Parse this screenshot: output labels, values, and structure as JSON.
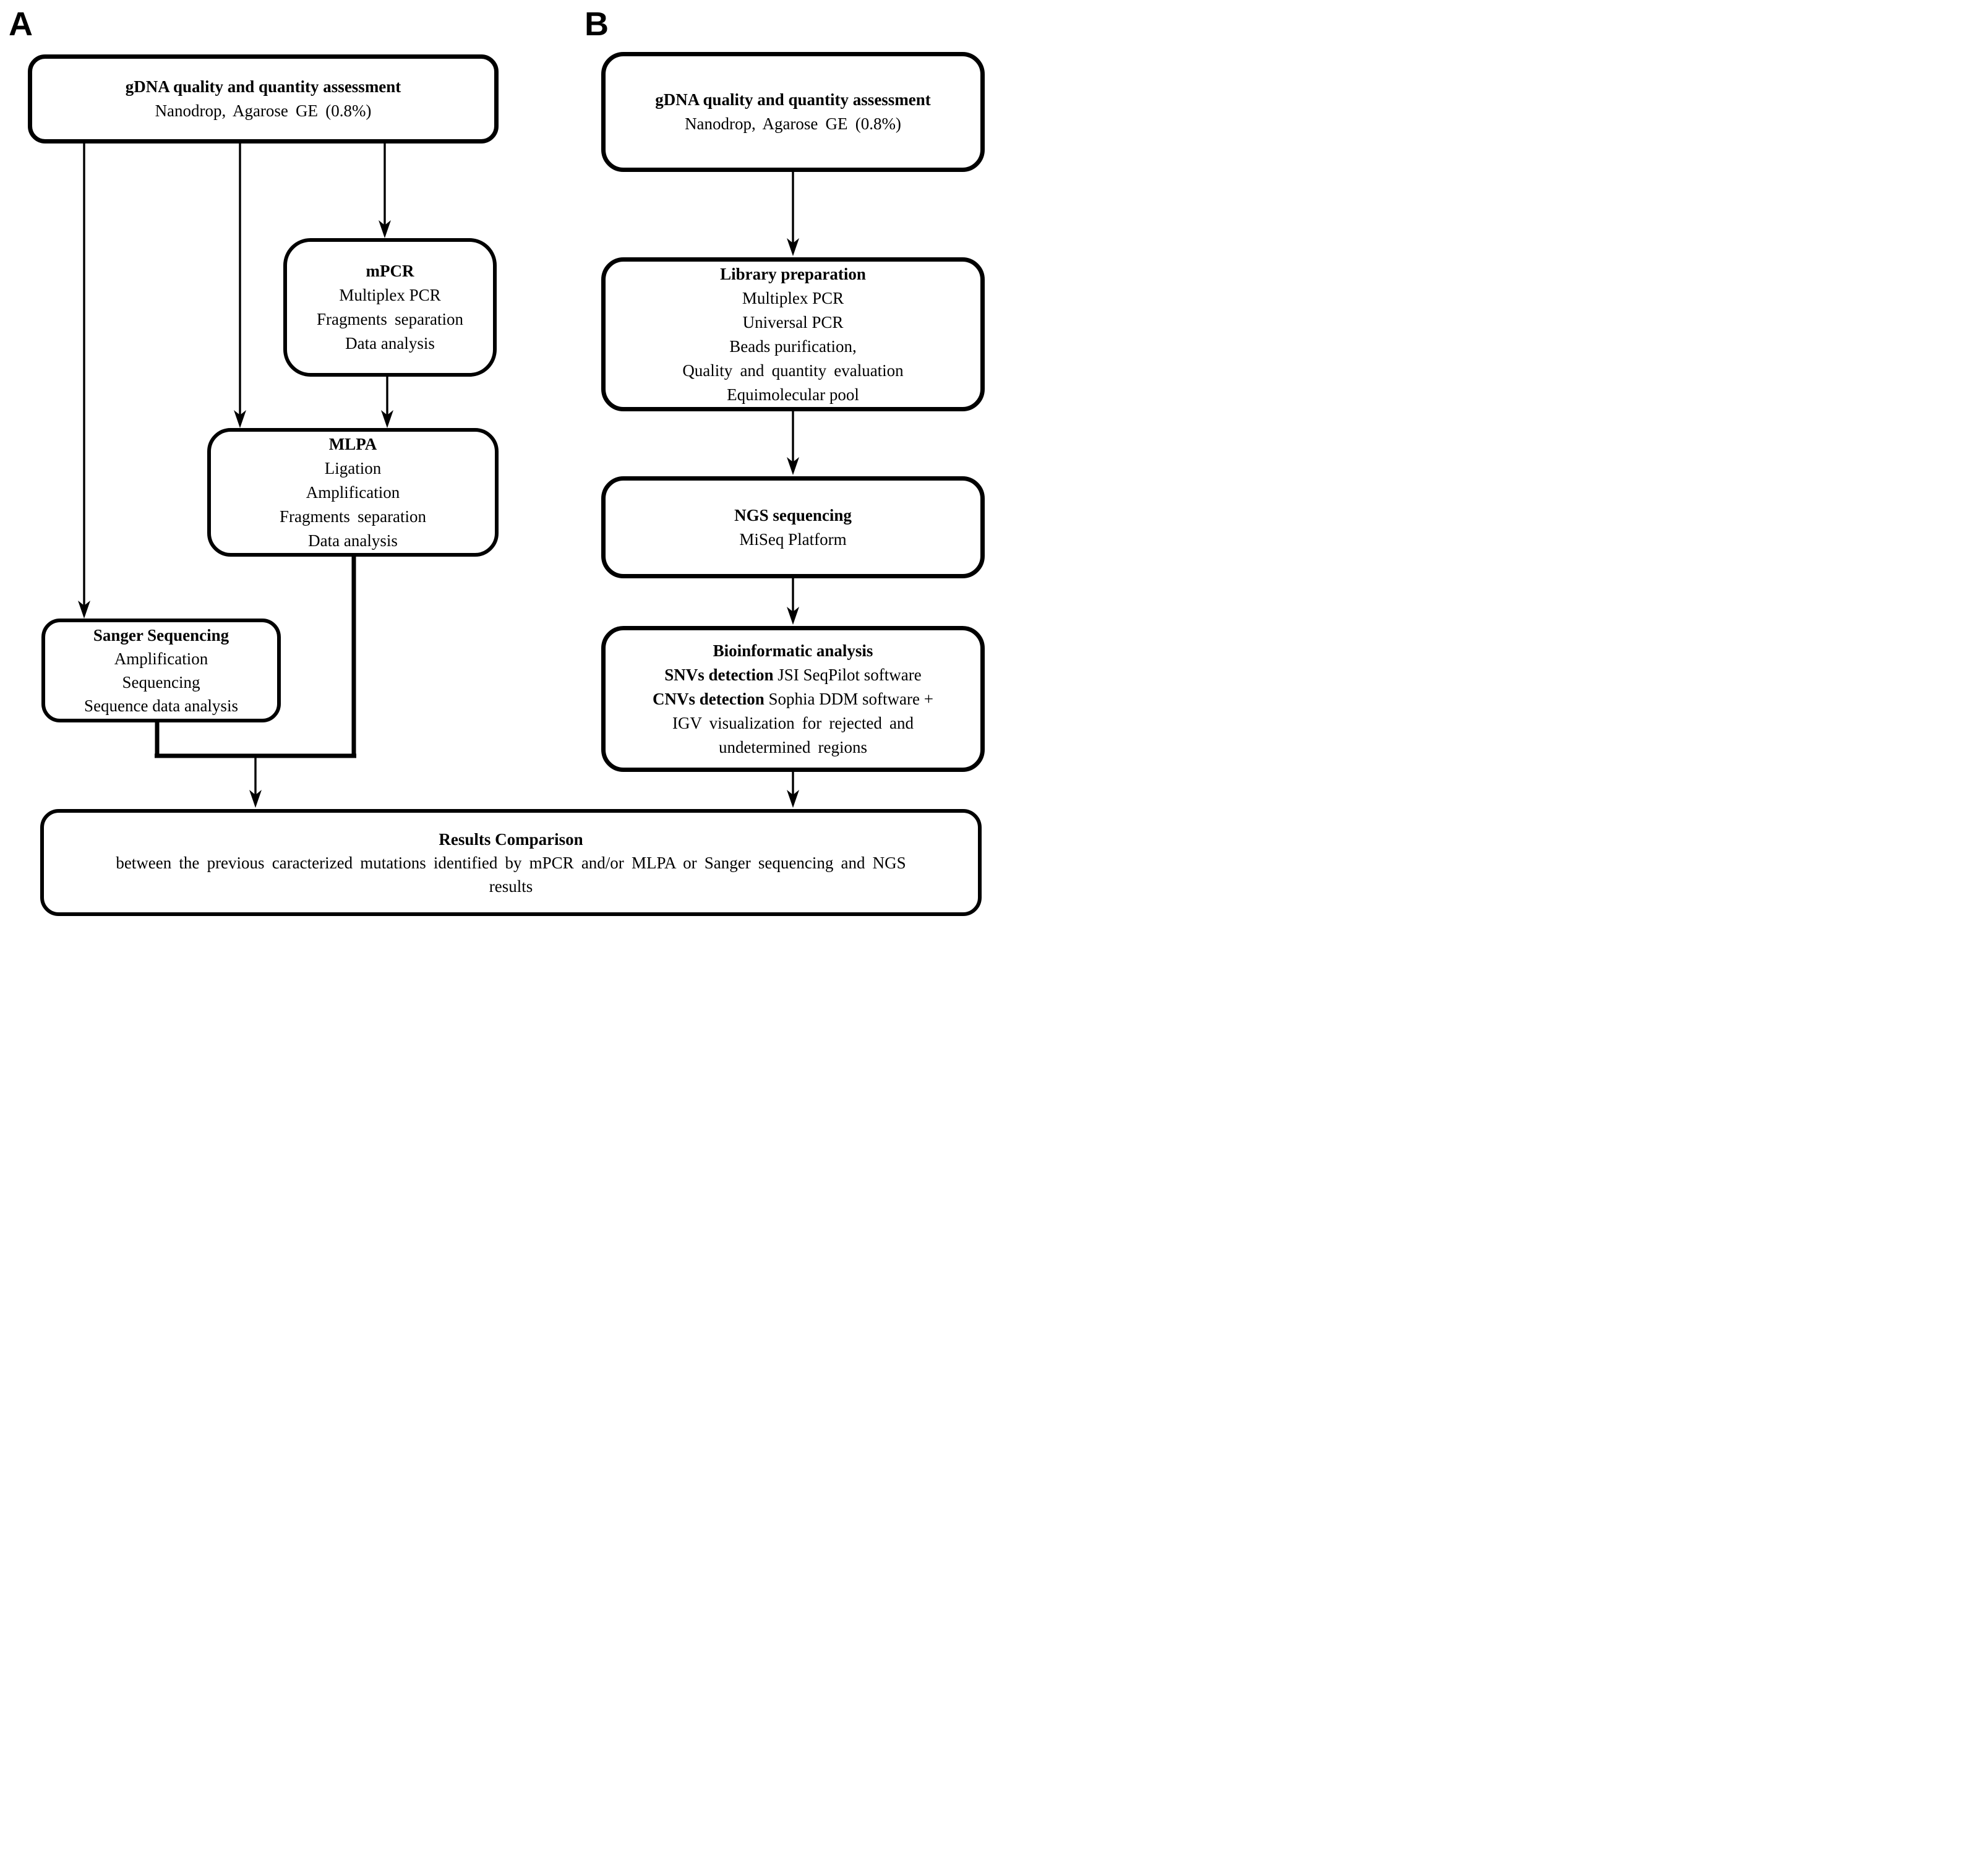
{
  "figure": {
    "panel_a_label": "A",
    "panel_b_label": "B",
    "ink_color": "#000000",
    "background_color": "#ffffff"
  },
  "panel_a": {
    "gdna_assessment": {
      "title": "gDNA quality and quantity assessment",
      "subtitle": "Nanodrop, Agarose GE (0.8%)"
    },
    "mpcr": {
      "title": "mPCR",
      "steps": [
        "Multiplex PCR",
        "Fragments separation",
        "Data analysis"
      ]
    },
    "mlpa": {
      "title": "MLPA",
      "steps": [
        "Ligation",
        "Amplification",
        "Fragments separation",
        "Data analysis"
      ]
    },
    "sanger": {
      "title": "Sanger Sequencing",
      "steps": [
        "Amplification",
        "Sequencing",
        "Sequence data analysis"
      ]
    }
  },
  "panel_b": {
    "gdna_assessment": {
      "title": "gDNA quality and quantity assessment",
      "subtitle": "Nanodrop, Agarose GE (0.8%)"
    },
    "library_preparation": {
      "title": "Library preparation",
      "steps": [
        "Multiplex PCR",
        "Universal PCR",
        "Beads purification,",
        "Quality and quantity evaluation",
        "Equimolecular pool"
      ]
    },
    "ngs_sequencing": {
      "title": "NGS sequencing",
      "steps": [
        "MiSeq Platform"
      ]
    },
    "bioinformatic_analysis": {
      "title": "Bioinformatic analysis",
      "snvs_label": "SNVs detection",
      "snvs_text": "JSI SeqPilot software",
      "cnvs_label": "CNVs detection",
      "cnvs_text": "Sophia DDM software +",
      "igv_line1": "IGV visualization for rejected and",
      "igv_line2": "undetermined regions"
    }
  },
  "results_comparison": {
    "title": "Results Comparison",
    "body_line1": "between the previous caracterized mutations identified by mPCR and/or MLPA or Sanger sequencing and NGS",
    "body_line2": "results"
  }
}
